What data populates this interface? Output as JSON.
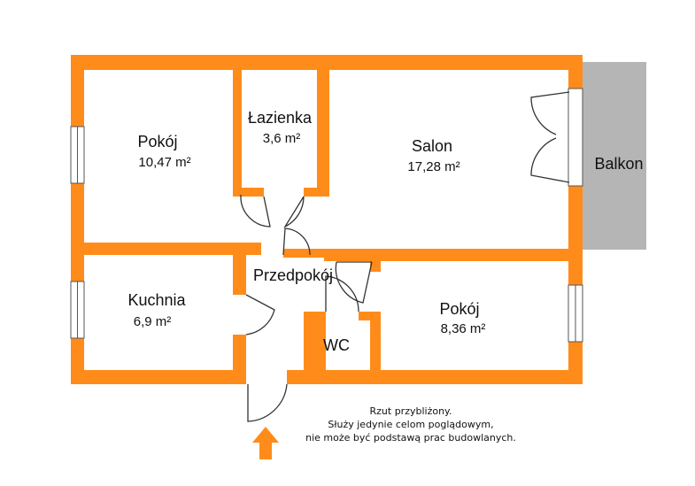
{
  "colors": {
    "wall": "#FF8C1A",
    "balcony_fill": "#B5B5B5",
    "window_fill": "#FFFFFF",
    "door_line": "#333333",
    "text": "#111111"
  },
  "rooms": {
    "pokoj_1": {
      "name": "Pokój",
      "area": "10,47 m²"
    },
    "lazienka": {
      "name": "Łazienka",
      "area": "3,6 m²"
    },
    "salon": {
      "name": "Salon",
      "area": "17,28 m²"
    },
    "balkon": {
      "name": "Balkon"
    },
    "przedpokoj": {
      "name": "Przedpokój"
    },
    "kuchnia": {
      "name": "Kuchnia",
      "area": "6,9 m²"
    },
    "wc": {
      "name": "WC"
    },
    "pokoj_2": {
      "name": "Pokój",
      "area": "8,36 m²"
    }
  },
  "note": {
    "line1": "Rzut przybliżony.",
    "line2": "Służy jedynie celom poglądowym,",
    "line3": "nie może być podstawą prac budowlanych."
  },
  "icons": {
    "entrance": "entrance-arrow-icon"
  }
}
